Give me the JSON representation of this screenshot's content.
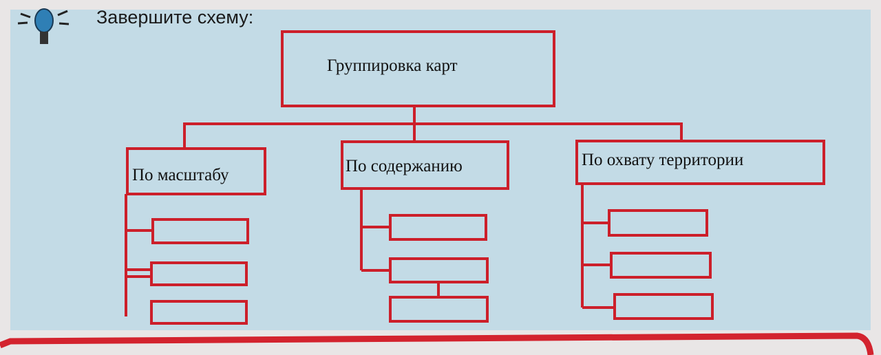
{
  "heading": "Завершите схему:",
  "icon": "lightbulb-icon",
  "diagram": {
    "root": "Группировка карт",
    "branches": [
      {
        "label": "По масштабу",
        "empty_boxes": 3
      },
      {
        "label": "По содержанию",
        "empty_boxes": 3
      },
      {
        "label": "По охвату территории",
        "empty_boxes": 3
      }
    ]
  },
  "colors": {
    "line": "#cc1f2a",
    "panel": "#c3dbe6"
  }
}
